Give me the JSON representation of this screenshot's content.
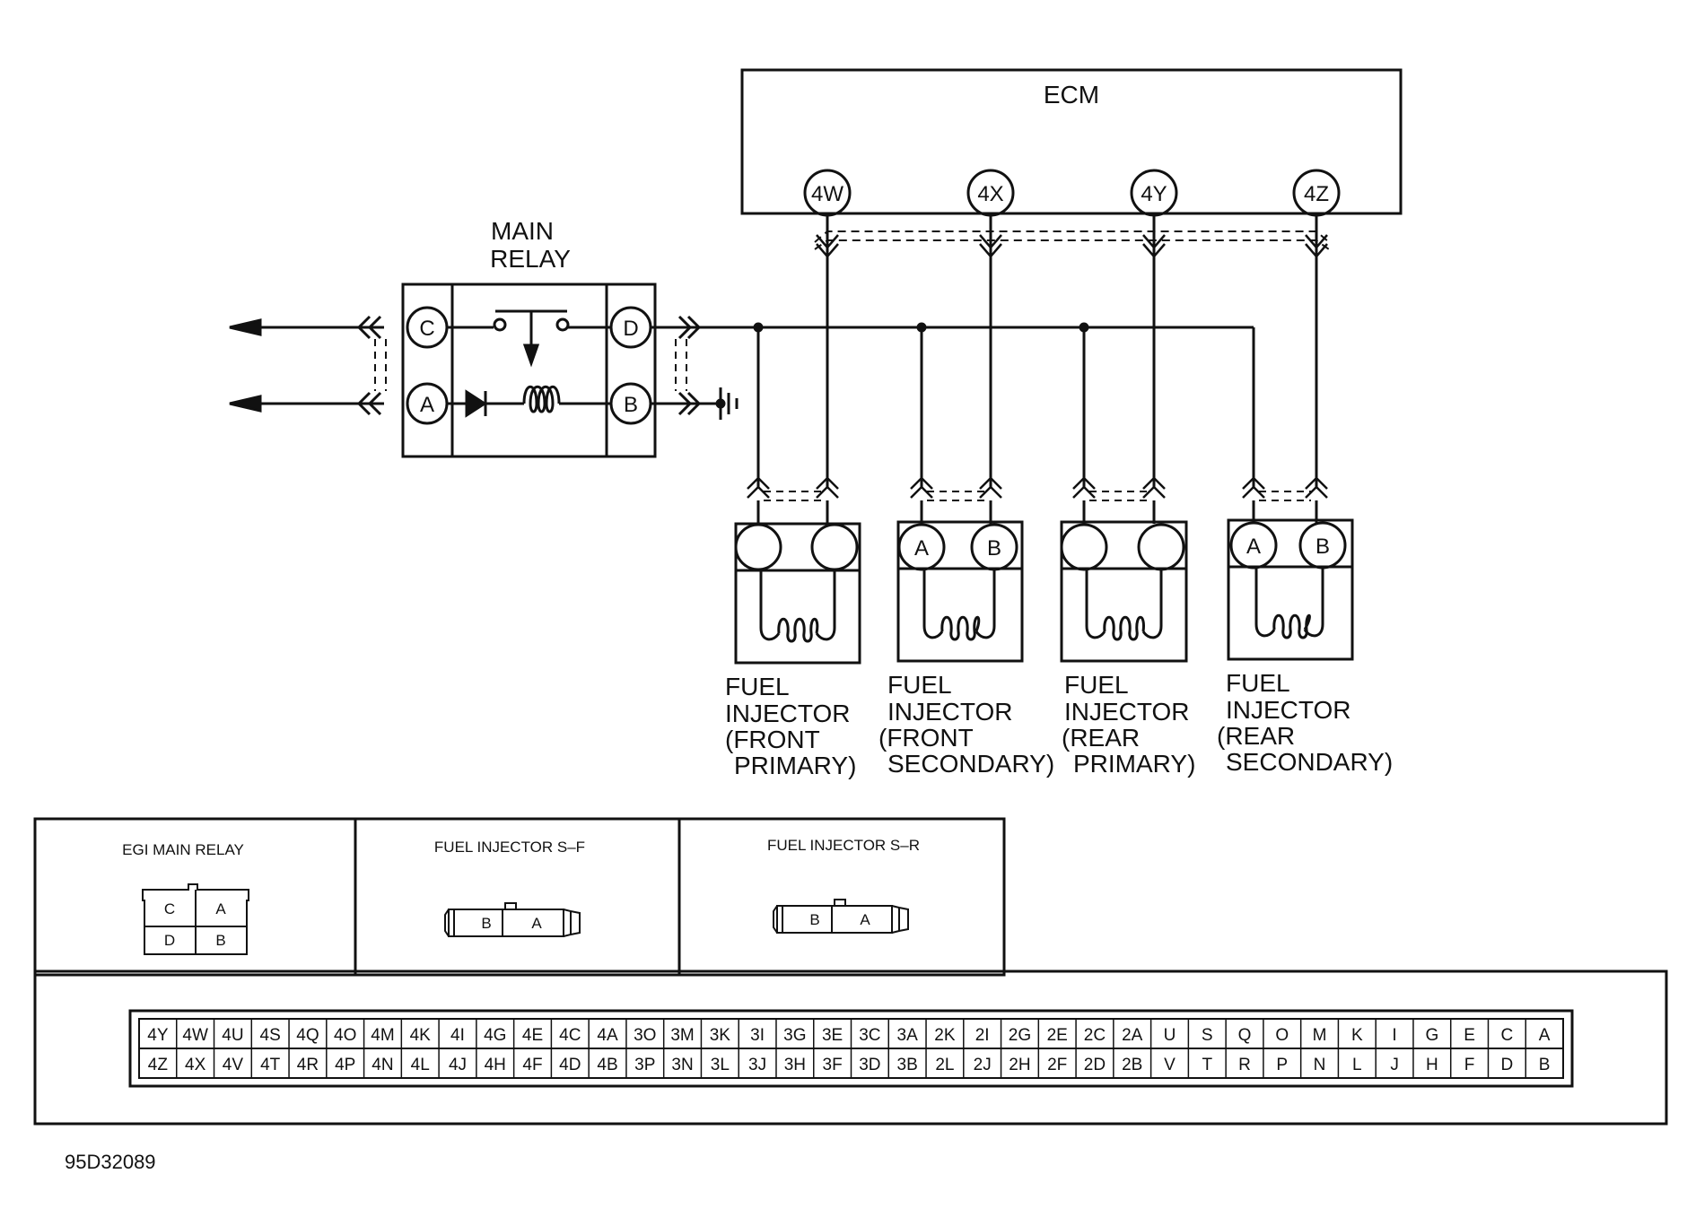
{
  "ecm": {
    "title": "ECM",
    "terminals": [
      "4W",
      "4X",
      "4Y",
      "4Z"
    ]
  },
  "main_relay": {
    "title_lines": [
      "MAIN",
      "RELAY"
    ],
    "terminals": [
      "C",
      "A",
      "D",
      "B"
    ]
  },
  "injectors": [
    {
      "lines": [
        "FUEL",
        "INJECTOR",
        "(FRONT",
        "PRIMARY)"
      ],
      "pins": [
        "",
        ""
      ]
    },
    {
      "lines": [
        "FUEL",
        "INJECTOR",
        "(FRONT",
        "SECONDARY)"
      ],
      "pins": [
        "A",
        "B"
      ]
    },
    {
      "lines": [
        "FUEL",
        "INJECTOR",
        "(REAR",
        "PRIMARY)"
      ],
      "pins": [
        "",
        ""
      ]
    },
    {
      "lines": [
        "FUEL",
        "INJECTOR",
        "(REAR",
        "SECONDARY)"
      ],
      "pins": [
        "A",
        "B"
      ]
    }
  ],
  "connectors": {
    "egi_main_relay": {
      "title": "EGI MAIN RELAY",
      "cells": [
        "C",
        "A",
        "D",
        "B"
      ]
    },
    "injector_sf": {
      "title": "FUEL INJECTOR S–F",
      "cells": [
        "B",
        "A"
      ]
    },
    "injector_sr": {
      "title": "FUEL INJECTOR S–R",
      "cells": [
        "B",
        "A"
      ]
    }
  },
  "ecm_connector": {
    "top_row": [
      "4Y",
      "4W",
      "4U",
      "4S",
      "4Q",
      "4O",
      "4M",
      "4K",
      "4I",
      "4G",
      "4E",
      "4C",
      "4A",
      "3O",
      "3M",
      "3K",
      "3I",
      "3G",
      "3E",
      "3C",
      "3A",
      "2K",
      "2I",
      "2G",
      "2E",
      "2C",
      "2A",
      "U",
      "S",
      "Q",
      "O",
      "M",
      "K",
      "I",
      "G",
      "E",
      "C",
      "A"
    ],
    "bottom_row": [
      "4Z",
      "4X",
      "4V",
      "4T",
      "4R",
      "4P",
      "4N",
      "4L",
      "4J",
      "4H",
      "4F",
      "4D",
      "4B",
      "3P",
      "3N",
      "3L",
      "3J",
      "3H",
      "3F",
      "3D",
      "3B",
      "2L",
      "2J",
      "2H",
      "2F",
      "2D",
      "2B",
      "V",
      "T",
      "R",
      "P",
      "N",
      "L",
      "J",
      "H",
      "F",
      "D",
      "B"
    ]
  },
  "figure_code": "95D32089"
}
